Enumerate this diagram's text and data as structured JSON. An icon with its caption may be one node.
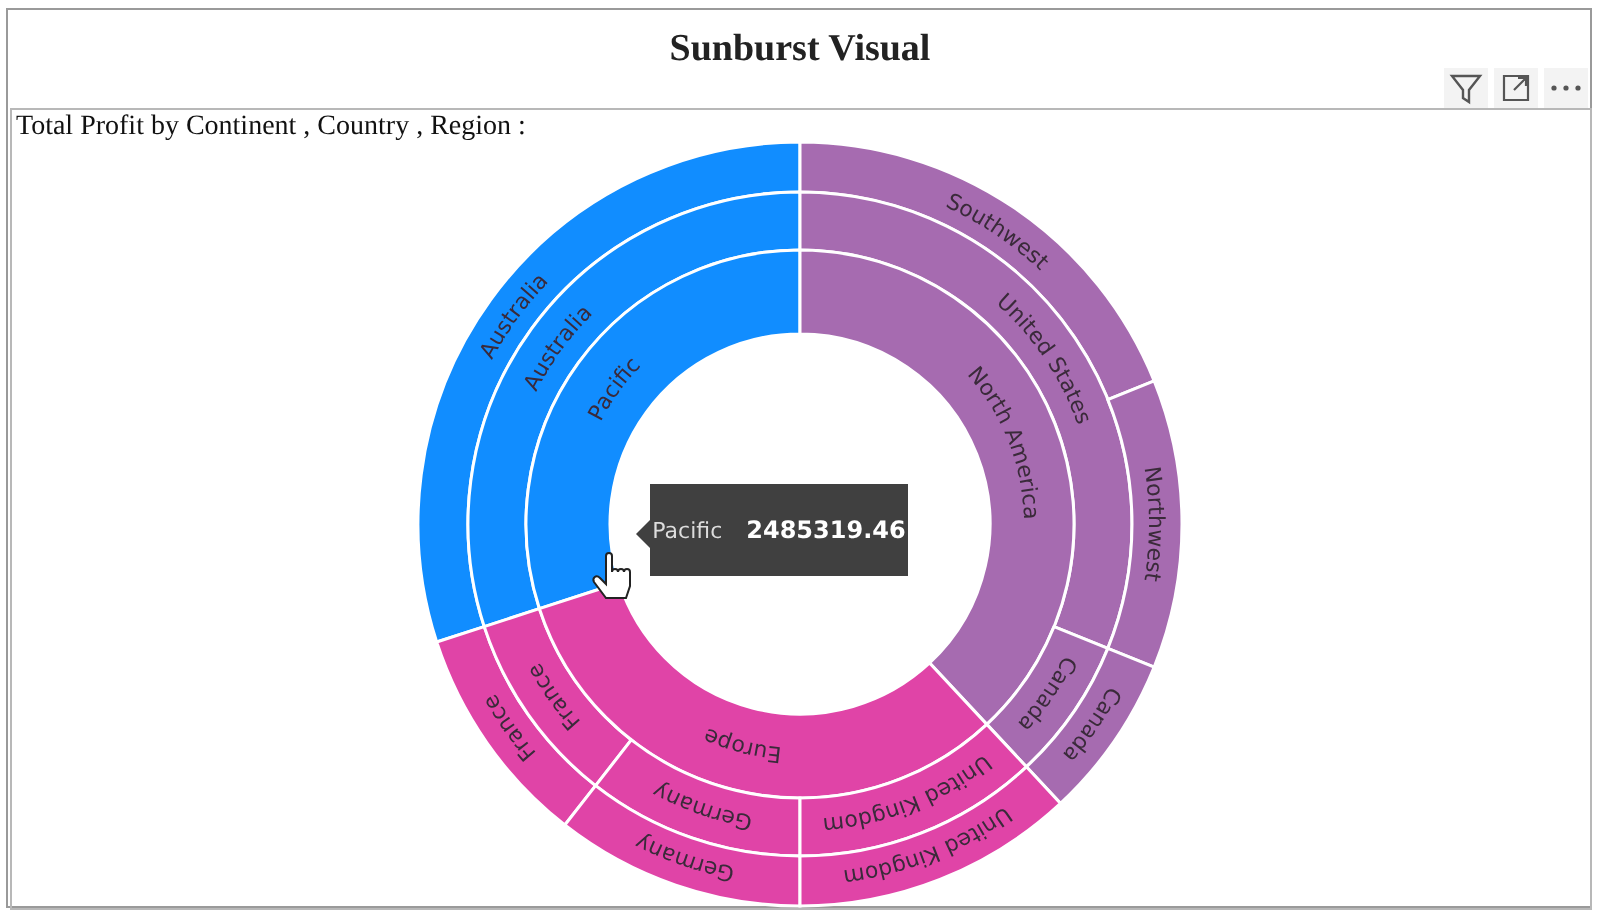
{
  "diagram": {
    "title": "Sunburst Visual",
    "nodes": [
      {
        "text": [
          "Australia"
        ]
      },
      {
        "text": [
          "Australia"
        ]
      },
      {
        "text": [
          "Pacific"
        ]
      },
      {
        "text": [
          "Southwest"
        ]
      },
      {
        "text": [
          "United States"
        ]
      },
      {
        "text": [
          "North America"
        ]
      },
      {
        "text": [
          "Northwest"
        ]
      },
      {
        "text": [
          "Canada"
        ]
      },
      {
        "text": [
          "Canada"
        ]
      },
      {
        "text": [
          "France"
        ]
      },
      {
        "text": [
          "France"
        ]
      },
      {
        "text": [
          "Europe"
        ]
      },
      {
        "text": [
          "Germany"
        ]
      },
      {
        "text": [
          "Germany"
        ]
      },
      {
        "text": [
          "United Kingdom"
        ]
      },
      {
        "text": [
          "United Kingdom"
        ]
      },
      {
        "text": [
          "Pacific",
          "2485319.46"
        ]
      }
    ],
    "edges": [],
    "labels": [
      "Total Profit by Continent , Country , Region :"
    ]
  }
}
